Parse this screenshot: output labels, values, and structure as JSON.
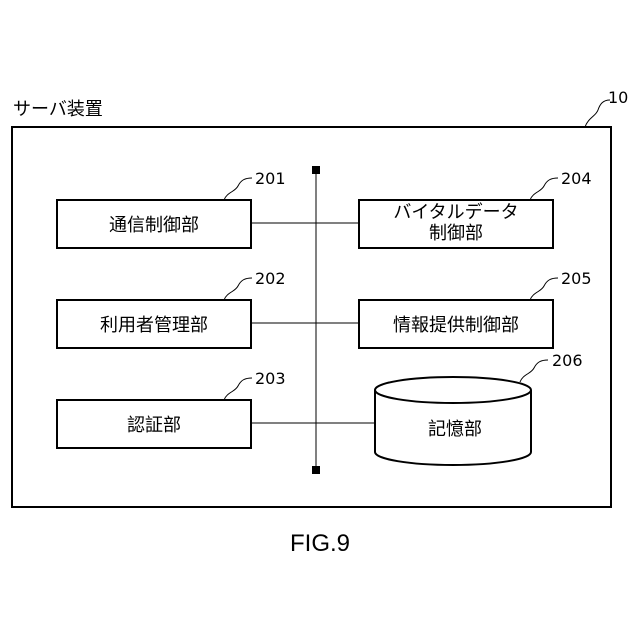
{
  "server": {
    "title": "サーバ装置",
    "ref": "10"
  },
  "units": [
    {
      "ref": "201",
      "label": "通信制御部"
    },
    {
      "ref": "202",
      "label": "利用者管理部"
    },
    {
      "ref": "203",
      "label": "認証部"
    },
    {
      "ref": "204",
      "label_line1": "バイタルデータ",
      "label_line2": "制御部"
    },
    {
      "ref": "205",
      "label": "情報提供制御部"
    },
    {
      "ref": "206",
      "label": "記憶部"
    }
  ],
  "figure_caption": "FIG.9"
}
